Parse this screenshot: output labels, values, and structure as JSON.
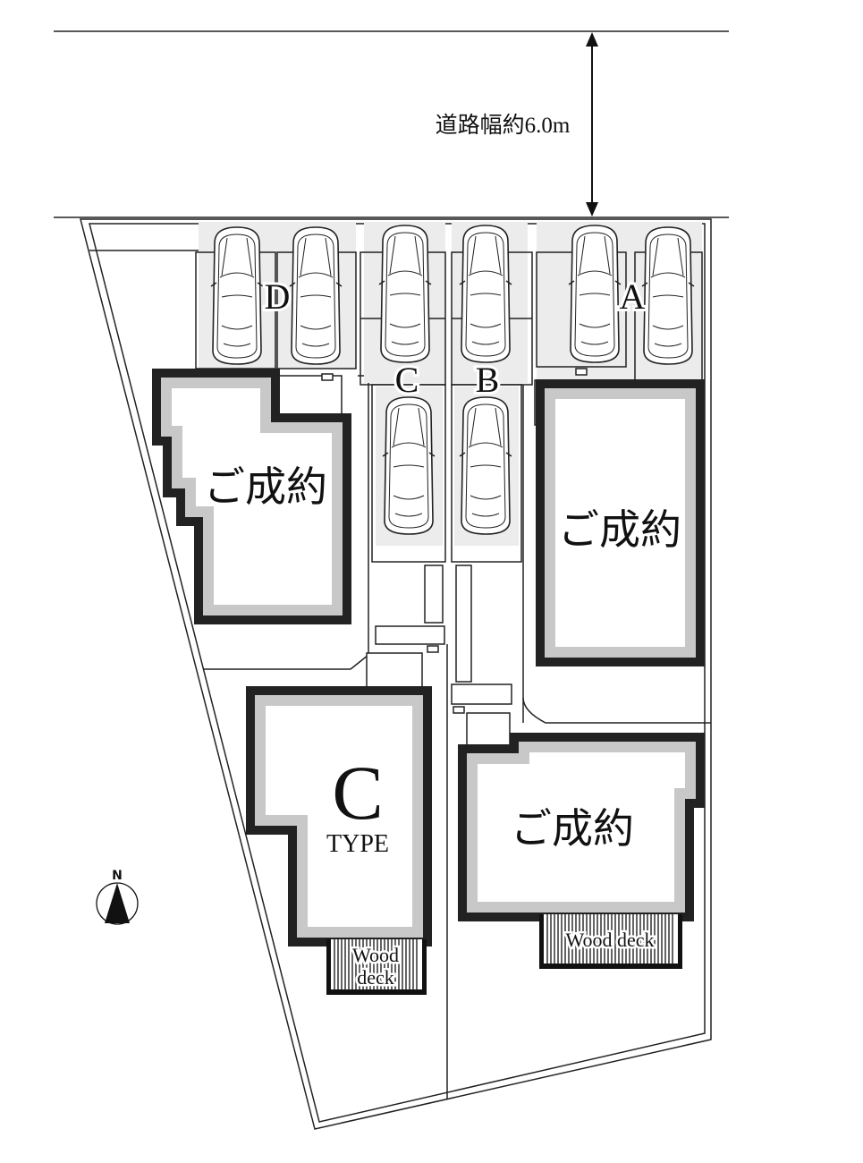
{
  "road": {
    "width_label": "道路幅約6.0m"
  },
  "compass": {
    "north_label": "N"
  },
  "lots": [
    {
      "id": "D",
      "label": "D",
      "status": "ご成約"
    },
    {
      "id": "C",
      "label": "C",
      "status_large": "C",
      "status_sub": "TYPE"
    },
    {
      "id": "B",
      "label": "B",
      "status": "ご成約"
    },
    {
      "id": "A",
      "label": "A",
      "status": "ご成約"
    }
  ],
  "wood_deck": {
    "line1": "Wood",
    "line2": "deck",
    "single": "Wood deck"
  },
  "colors": {
    "line": "#222222",
    "wall": "#c8c8c8",
    "parking": "#ececec"
  }
}
